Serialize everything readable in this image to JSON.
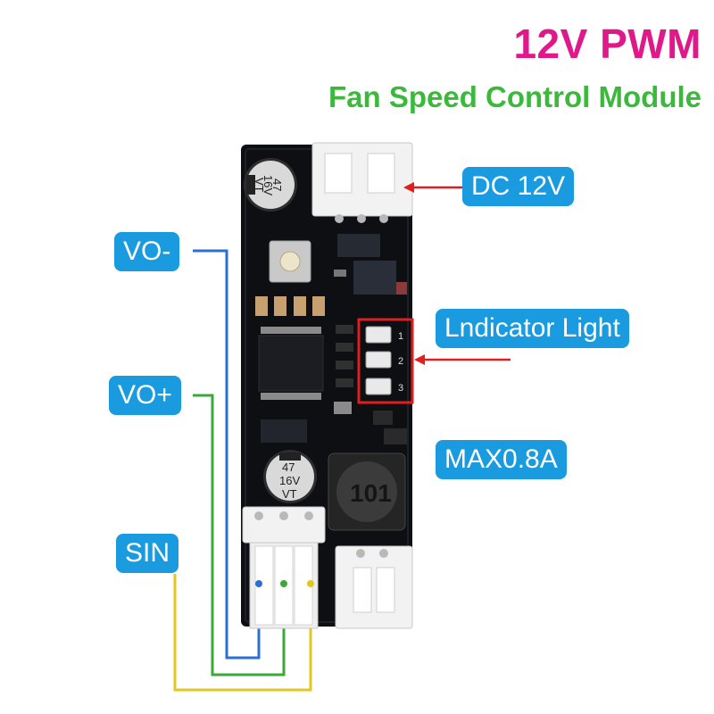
{
  "header": {
    "title": "12V PWM",
    "subtitle": "Fan Speed Control Module"
  },
  "labels": {
    "dc": "DC 12V",
    "indicator": "Lndicator Light",
    "max": "MAX0.8A",
    "vo_minus": "VO-",
    "vo_plus": "VO+",
    "sin": "SIN"
  },
  "board": {
    "cap_top_value": "47",
    "cap_top_voltage": "16V",
    "cap_top_series": "VT",
    "cap_bottom_value": "47",
    "cap_bottom_voltage": "16V",
    "cap_bottom_series": "VT",
    "inductor_code": "101",
    "led_markers": [
      "1",
      "2",
      "3"
    ]
  },
  "colors": {
    "title": "#e0198a",
    "subtitle": "#3cb93c",
    "label_bg": "#1a9be0",
    "board": "#0d0f13",
    "connector": "#f2f2f2",
    "wire_blue": "#2b6fd6",
    "wire_green": "#3aa93a",
    "wire_yellow": "#e3c61e",
    "arrow_red": "#e01e1e"
  }
}
